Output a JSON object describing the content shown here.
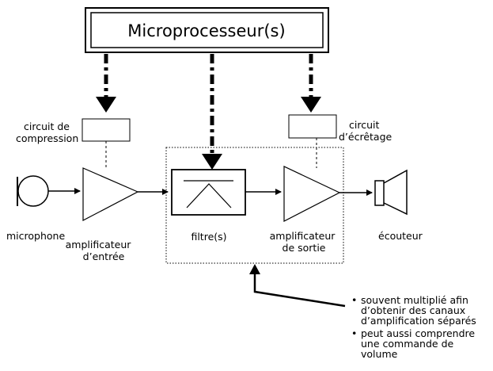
{
  "title": "Microprocesseur(s)",
  "labels": {
    "compression": [
      "circuit de",
      "compression"
    ],
    "clipping": [
      "circuit",
      "d’écrêtage"
    ],
    "microphone": "microphone",
    "input_amp": [
      "amplificateur",
      "d’entrée"
    ],
    "filter": "filtre(s)",
    "output_amp": [
      "amplificateur",
      "de sortie"
    ],
    "earphone": "écouteur"
  },
  "notes": [
    {
      "bullet": "•",
      "lines": [
        "souvent multiplié afin",
        "d’obtenir des canaux",
        "d’amplification séparés"
      ]
    },
    {
      "bullet": "•",
      "lines": [
        "peut aussi comprendre",
        "une commande de",
        "volume"
      ]
    }
  ],
  "colors": {
    "ink": "#000000",
    "background": "#ffffff"
  }
}
